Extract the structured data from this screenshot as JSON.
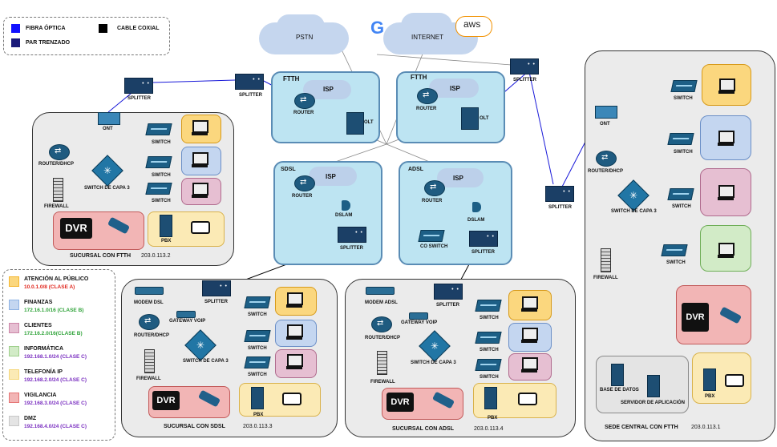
{
  "legend_cables": {
    "fibra": "FIBRA ÓPTICA",
    "par": "PAR TRENZADO",
    "coax": "CABLE COXIAL"
  },
  "clouds": {
    "pstn": "PSTN",
    "internet": "INTERNET",
    "aws": "aws"
  },
  "isp_boxes": {
    "ftth1": {
      "title": "FTTH",
      "isp": "ISP",
      "router": "ROUTER",
      "olt": "OLT"
    },
    "ftth2": {
      "title": "FTTH",
      "isp": "ISP",
      "router": "ROUTER",
      "olt": "OLT"
    },
    "sdsl": {
      "title": "SDSL",
      "isp": "ISP",
      "router": "ROUTER",
      "dslam": "DSLAM",
      "splitter": "SPLITTER"
    },
    "adsl": {
      "title": "ADSL",
      "isp": "ISP",
      "router": "ROUTER",
      "dslam": "DSLAM",
      "coswitch": "CO SWITCH",
      "splitter": "SPLITTER"
    }
  },
  "splitter": "SPLITTER",
  "ftth_branch": {
    "title": "SUCURSAL CON FTTH",
    "ip": "203.0.113.2",
    "ont": "ONT",
    "router": "ROUTER/DHCP",
    "firewall": "FIREWALL",
    "l3": "SWITCH DE CAPA 3",
    "switch": "SWITCH",
    "pbx": "PBX",
    "dvr": "DVR"
  },
  "sdsl_branch": {
    "title": "SUCURSAL CON SDSL",
    "ip": "203.0.113.3",
    "modem": "MODEM DSL",
    "gateway": "GATEWAY VOIP",
    "router": "ROUTER/DHCP",
    "firewall": "FIREWALL",
    "l3": "SWITCH DE CAPA 3",
    "switch": "SWITCH",
    "pbx": "PBX",
    "dvr": "DVR"
  },
  "adsl_branch": {
    "title": "SUCURSAL CON ADSL",
    "ip": "203.0.113.4",
    "modem": "MODEM ADSL",
    "gateway": "GATEWAY VOIP",
    "router": "ROUTER/DHCP",
    "firewall": "FIREWALL",
    "l3": "SWITCH DE CAPA 3",
    "switch": "SWITCH",
    "pbx": "PBX",
    "dvr": "DVR"
  },
  "hq": {
    "title": "SEDE CENTRAL CON FTTH",
    "ip": "203.0.113.1",
    "ont": "ONT",
    "router": "ROUTER/DHCP",
    "firewall": "FIREWALL",
    "l3": "SWITCH DE CAPA 3",
    "switch": "SWITCH",
    "db": "BASE DE DATOS",
    "app": "SERVIDOR DE APLICACIÓN",
    "pbx": "PBX",
    "dvr": "DVR"
  },
  "zones": [
    {
      "name": "ATENCIÓN AL PÚBLICO",
      "net": "10.0.1.0/8 (CLASE A)",
      "color": "#f5b731",
      "fill": "#fbd77e",
      "netcolor": "#e0261d"
    },
    {
      "name": "FINANZAS",
      "net": "172.16.1.0/16 (CLASE B)",
      "color": "#8fb3e3",
      "fill": "#c4d6f0",
      "netcolor": "#2fa339"
    },
    {
      "name": "CLIENTES",
      "net": "172.16.2.0/16(CLASE B)",
      "color": "#cc86a8",
      "fill": "#e6bfd2",
      "netcolor": "#2fa339"
    },
    {
      "name": "INFORMÁTICA",
      "net": "192.168.1.0/24 (CLASE C)",
      "color": "#9fd08c",
      "fill": "#d2ebc7",
      "netcolor": "#7a2fc0"
    },
    {
      "name": "TELEFONÍA IP",
      "net": "192.168.2.0/24 (CLASE C)",
      "color": "#f5d77c",
      "fill": "#fbeab5",
      "netcolor": "#7a2fc0"
    },
    {
      "name": "VIGILANCIA",
      "net": "192.168.3.0/24 (CLASE C)",
      "color": "#e57575",
      "fill": "#f2b5b5",
      "netcolor": "#7a2fc0"
    },
    {
      "name": "DMZ",
      "net": "192.168.4.0/24 (CLASE C)",
      "color": "#c8c8c8",
      "fill": "#e4e4e4",
      "netcolor": "#7a2fc0"
    }
  ]
}
